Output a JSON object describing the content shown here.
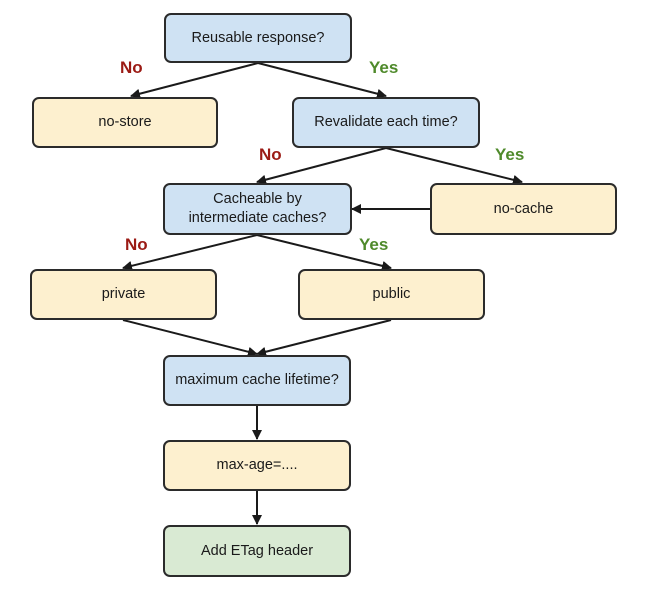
{
  "nodes": {
    "reusable": "Reusable response?",
    "no_store": "no-store",
    "revalidate": "Revalidate each time?",
    "cacheable": "Cacheable by intermediate caches?",
    "no_cache": "no-cache",
    "private": "private",
    "public": "public",
    "max_lifetime": "maximum cache lifetime?",
    "max_age": "max-age=....",
    "etag": "Add ETag header"
  },
  "labels": {
    "no": "No",
    "yes": "Yes"
  },
  "colors": {
    "question_fill": "#cfe2f3",
    "answer_fill": "#fdf0cf",
    "final_fill": "#d9ead3",
    "no_label": "#9b1a14",
    "yes_label": "#4f8a2b",
    "stroke": "#2b2b2b"
  }
}
